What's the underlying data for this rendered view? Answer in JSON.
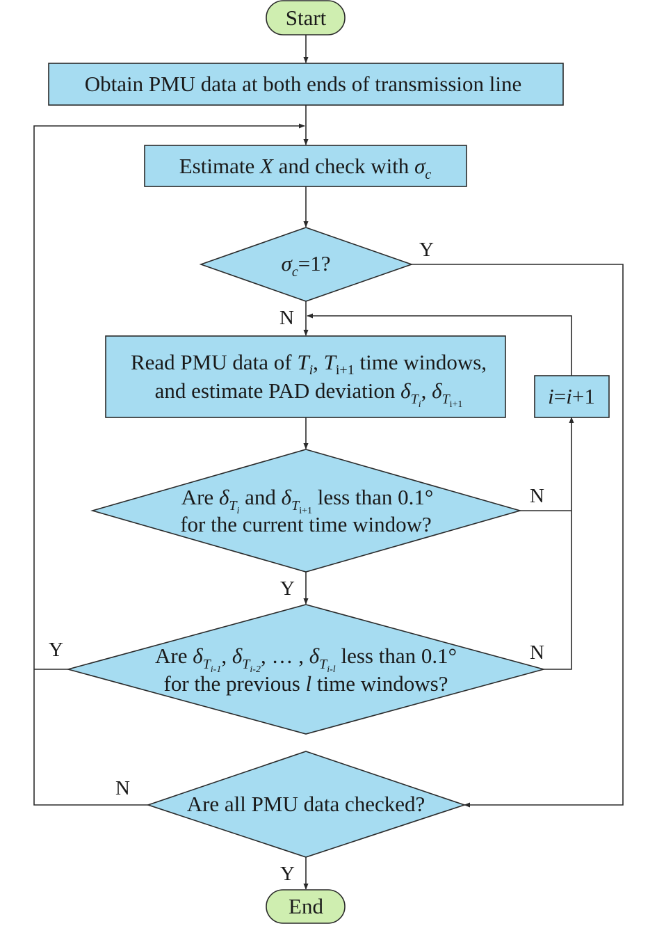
{
  "nodes": {
    "start": {
      "label": "Start"
    },
    "obtain": {
      "label": "Obtain PMU data at both ends of transmission line"
    },
    "estimate": {
      "prefix": "Estimate ",
      "var_x": "X",
      "middle": " and check with ",
      "sigma": "σ",
      "sigma_sub": "c"
    },
    "sigma_check": {
      "sigma": "σ",
      "sigma_sub": "c",
      "rest": "=1?"
    },
    "read": {
      "line1_a": "Read PMU data of ",
      "t1": "T",
      "t1_sub": "i",
      "comma": ", ",
      "t2": "T",
      "t2_sub": "i+1",
      "line1_b": " time windows,",
      "line2_a": "and estimate PAD deviation ",
      "d": "δ",
      "d_sub_T": "T",
      "d_sub_i": "i",
      "sep": ", ",
      "d_sub_i1": "i+1"
    },
    "increment": {
      "i": "i",
      "eq": "=",
      "i2": "i",
      "plus": "+1"
    },
    "current_check": {
      "line1_a": "Are ",
      "d": "δ",
      "sub_T": "T",
      "sub_i": "i",
      "and": " and ",
      "sub_i1": "i+1",
      "line1_b": " less than 0.1°",
      "line2": "for the current time window?"
    },
    "previous_check": {
      "line1_a": "Are ",
      "d": "δ",
      "sub_T": "T",
      "sub_a": "i-1",
      "comma": ", ",
      "sub_b": "i-2",
      "dots": ", … , ",
      "sub_c": "i-l",
      "line1_b": " less than 0.1°",
      "line2_a": "for the previous ",
      "l": "l",
      "line2_b": " time windows?"
    },
    "all_checked": {
      "label": "Are all PMU data checked?"
    },
    "end": {
      "label": "End"
    }
  },
  "edge_labels": {
    "sigma_yes": "Y",
    "sigma_no": "N",
    "current_no": "N",
    "current_yes": "Y",
    "previous_yes": "Y",
    "previous_no": "N",
    "all_no": "N",
    "all_yes": "Y"
  },
  "colors": {
    "process_fill": "#a6dcf1",
    "terminal_fill": "#cfeeb0",
    "stroke": "#2a2a2a"
  }
}
